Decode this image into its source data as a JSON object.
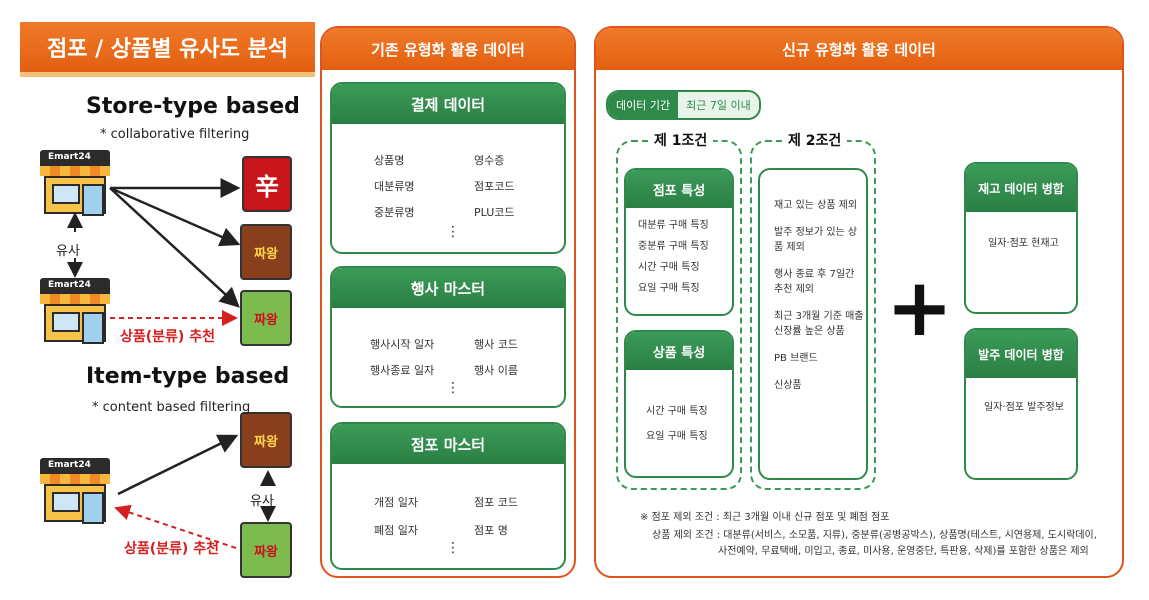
{
  "left": {
    "title": "점포 / 상품별 유사도 분석",
    "store_type": {
      "title": "Store-type based",
      "subtitle": "* collaborative filtering",
      "logo": "Emart24",
      "similar_label": "유사",
      "recommend_label": "상품(분류) 추천"
    },
    "item_type": {
      "title": "Item-type based",
      "subtitle": "* content based filtering",
      "similar_label": "유사",
      "recommend_label": "상품(분류) 추천"
    },
    "products": [
      "辛",
      "짜왕",
      "짜왕",
      "짜왕",
      "짜왕"
    ]
  },
  "existing": {
    "header": "기존 유형화 활용 데이터",
    "cards": [
      {
        "title": "결제 데이터",
        "left": [
          "상품명",
          "대분류명",
          "중분류명"
        ],
        "right": [
          "영수증",
          "점포코드",
          "PLU코드"
        ]
      },
      {
        "title": "행사 마스터",
        "left": [
          "행사시작 일자",
          "행사종료 일자"
        ],
        "right": [
          "행사 코드",
          "행사 이름"
        ]
      },
      {
        "title": "점포 마스터",
        "left": [
          "개점 일자",
          "폐점 일자"
        ],
        "right": [
          "점포 코드",
          "점포 명"
        ]
      }
    ],
    "ellipsis": "⋮"
  },
  "newdata": {
    "header": "신규 유형화 활용 데이터",
    "period": {
      "label": "데이터 기간",
      "value": "최근 7일 이내"
    },
    "cond1": {
      "title": "제 1조건",
      "store": {
        "title": "점포 특성",
        "items": [
          "대분류 구매 특징",
          "중분류 구매 특징",
          "시간 구매 특징",
          "요일 구매 특징"
        ]
      },
      "product": {
        "title": "상품 특성",
        "items": [
          "시간 구매 특징",
          "요일 구매 특징"
        ]
      }
    },
    "cond2": {
      "title": "제 2조건",
      "items": [
        "재고 있는 상품 제외",
        "발주 정보가 있는 상품 제외",
        "행사 종료 후 7일간 추천 제외",
        "최근 3개월 기준 매출 신장률 높은 상품",
        "PB 브랜드",
        "신상품"
      ]
    },
    "plus": "+",
    "stock": {
      "title": "재고 데이터 병합",
      "item": "일자·점포 현재고"
    },
    "order": {
      "title": "발주 데이터 병합",
      "item": "일자·점포 발주정보"
    },
    "notes": [
      "※ 점포 제외 조건 : 최근 3개월 이내 신규 점포 및 폐점 점포",
      "상품 제외 조건 : 대분류(서비스, 소모품, 지류), 중분류(공병공박스), 상품명(테스트, 시연용제, 도시락데이,",
      "사전예약, 무료택배, 미입고, 종료, 미사용, 운영중단, 특판용, 삭제)를 포함한 상품은 제외"
    ]
  },
  "colors": {
    "orange": "#e35f10",
    "green": "#2f8a4a",
    "red": "#d42020"
  }
}
